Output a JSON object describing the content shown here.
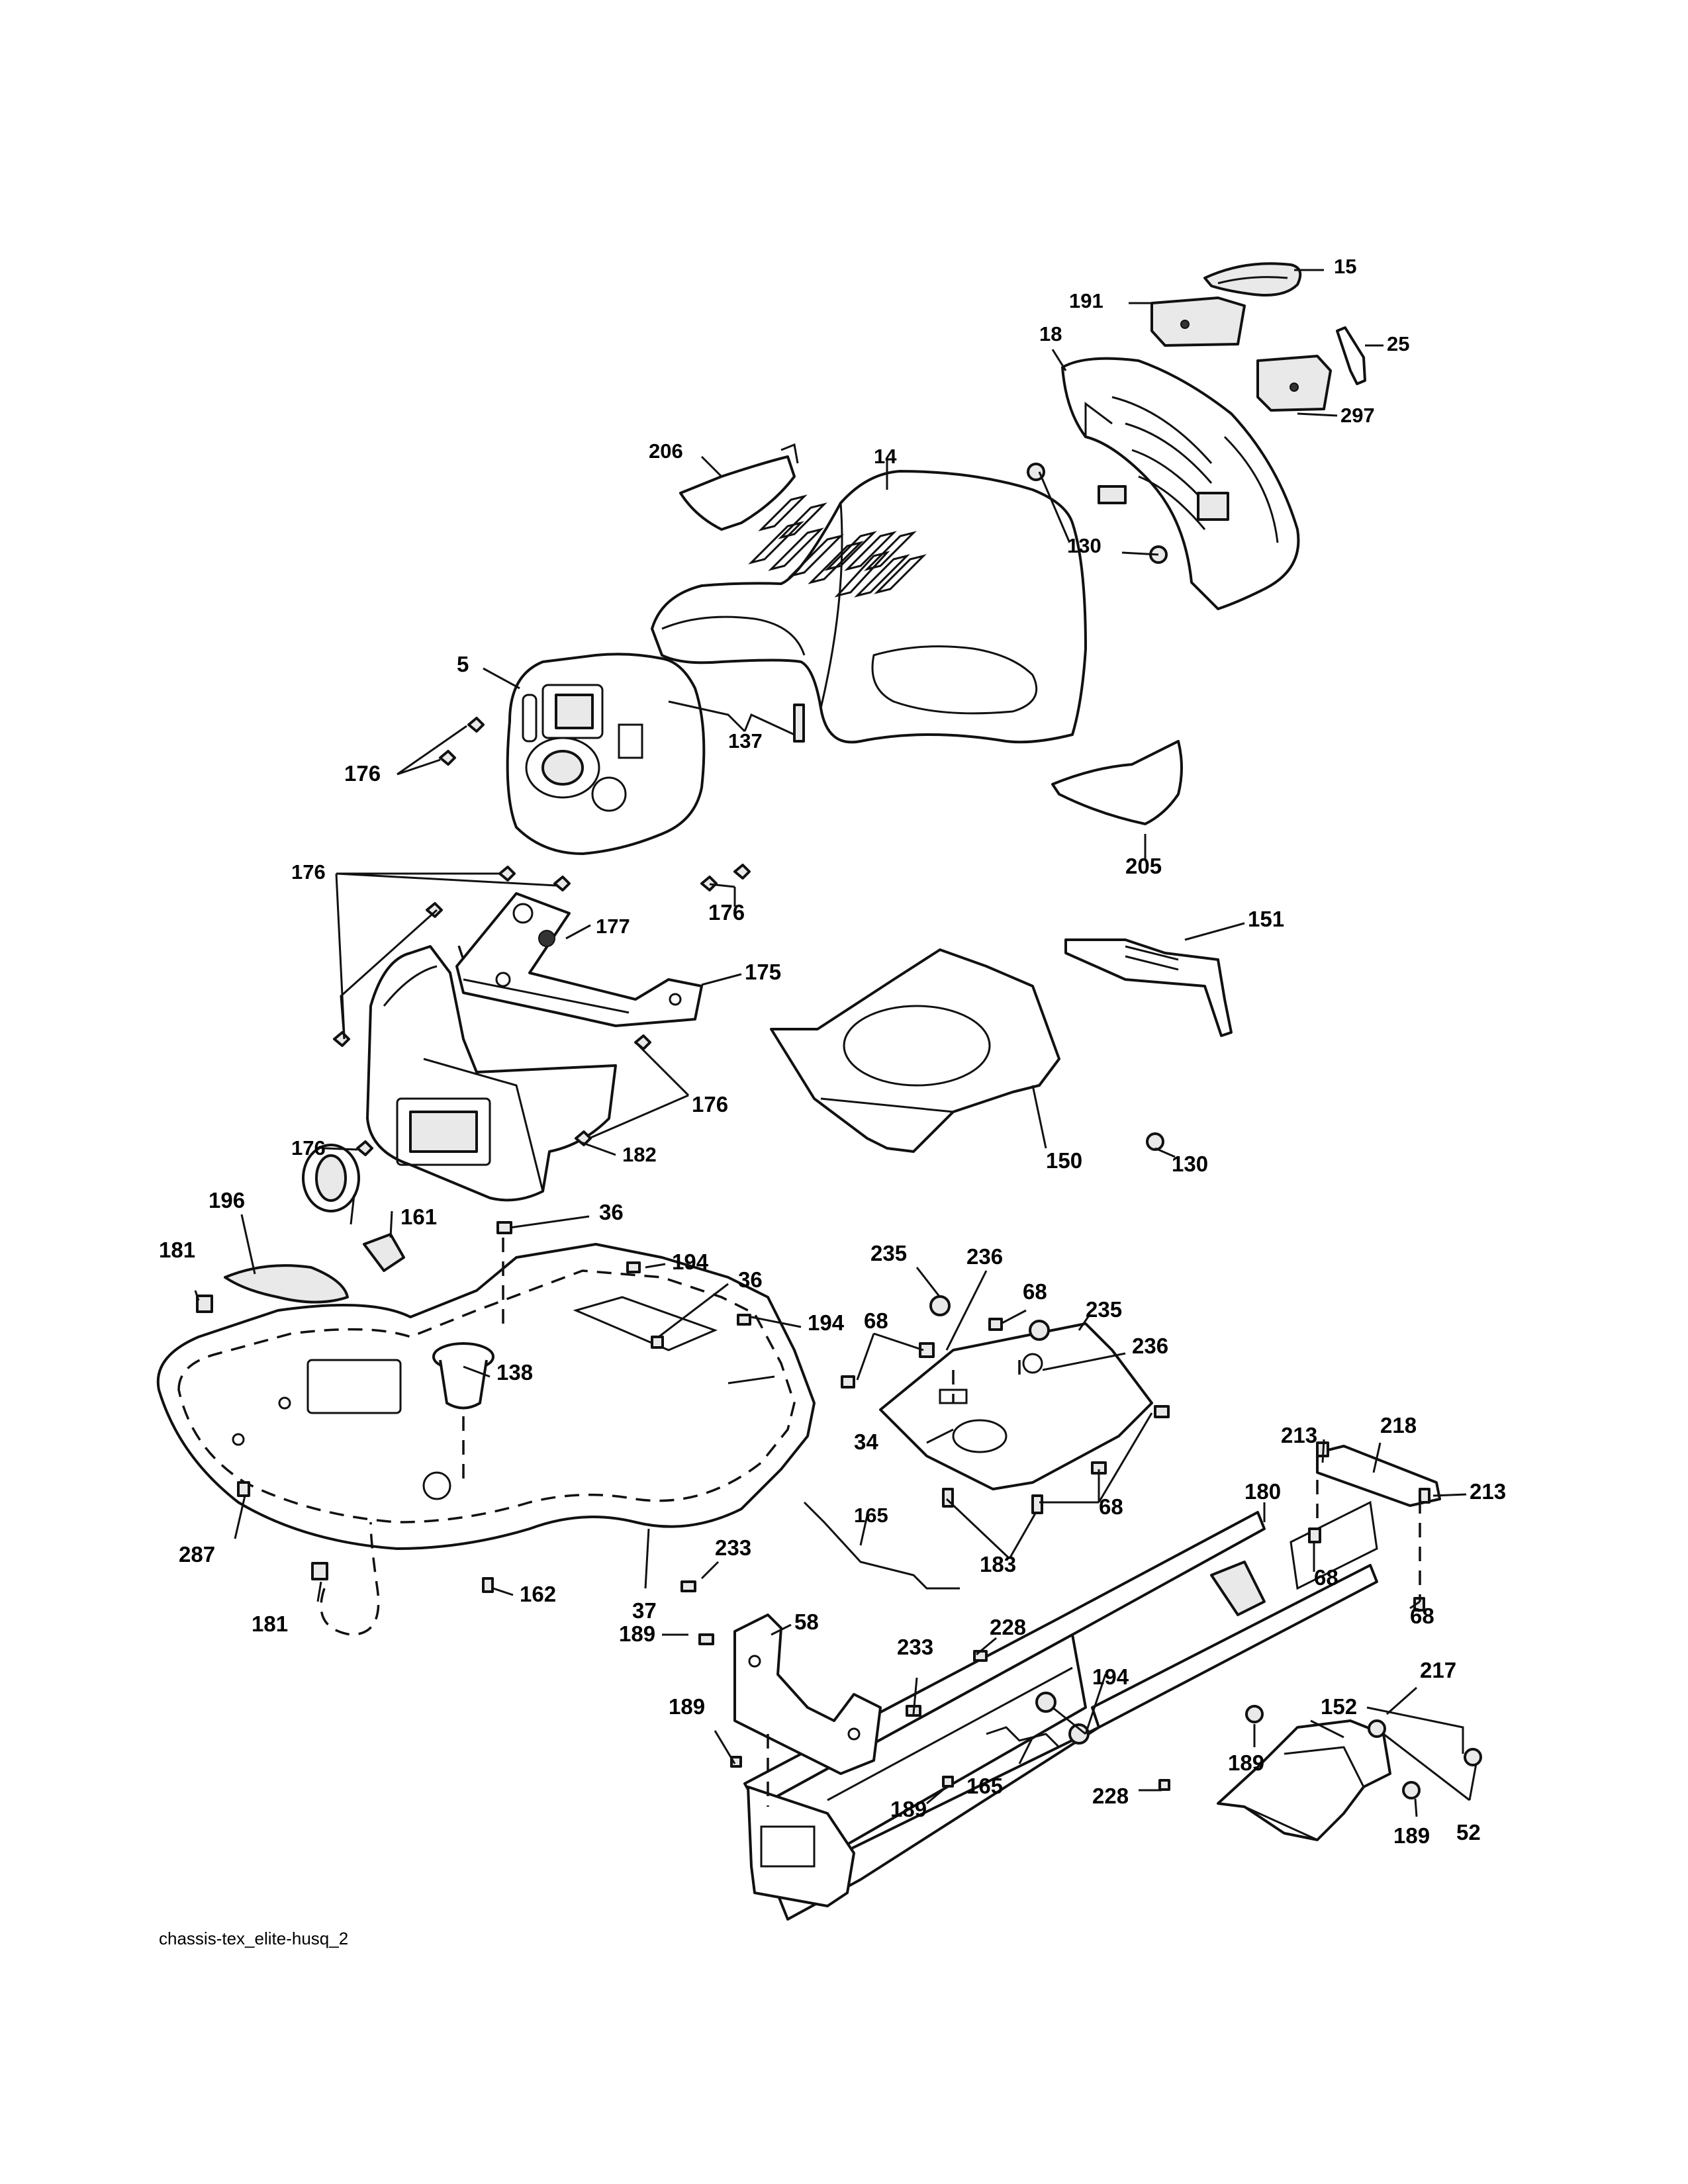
{
  "diagram": {
    "caption": "chassis-tex_elite-husq_2",
    "callouts": [
      {
        "id": "c-15",
        "label": "15"
      },
      {
        "id": "c-191",
        "label": "191"
      },
      {
        "id": "c-25",
        "label": "25"
      },
      {
        "id": "c-18",
        "label": "18"
      },
      {
        "id": "c-297",
        "label": "297"
      },
      {
        "id": "c-14",
        "label": "14"
      },
      {
        "id": "c-206",
        "label": "206"
      },
      {
        "id": "c-130a",
        "label": "130"
      },
      {
        "id": "c-5",
        "label": "5"
      },
      {
        "id": "c-137",
        "label": "137"
      },
      {
        "id": "c-176a",
        "label": "176"
      },
      {
        "id": "c-205",
        "label": "205"
      },
      {
        "id": "c-176b",
        "label": "176"
      },
      {
        "id": "c-176c",
        "label": "176"
      },
      {
        "id": "c-177",
        "label": "177"
      },
      {
        "id": "c-151",
        "label": "151"
      },
      {
        "id": "c-175",
        "label": "175"
      },
      {
        "id": "c-176d",
        "label": "176"
      },
      {
        "id": "c-176e",
        "label": "176"
      },
      {
        "id": "c-130b",
        "label": "130"
      },
      {
        "id": "c-182",
        "label": "182"
      },
      {
        "id": "c-150",
        "label": "150"
      },
      {
        "id": "c-196",
        "label": "196"
      },
      {
        "id": "c-161",
        "label": "161"
      },
      {
        "id": "c-36a",
        "label": "36"
      },
      {
        "id": "c-181a",
        "label": "181"
      },
      {
        "id": "c-194a",
        "label": "194"
      },
      {
        "id": "c-36b",
        "label": "36"
      },
      {
        "id": "c-194b",
        "label": "194"
      },
      {
        "id": "c-235a",
        "label": "235"
      },
      {
        "id": "c-236a",
        "label": "236"
      },
      {
        "id": "c-68a",
        "label": "68"
      },
      {
        "id": "c-68b",
        "label": "68"
      },
      {
        "id": "c-235b",
        "label": "235"
      },
      {
        "id": "c-236b",
        "label": "236"
      },
      {
        "id": "c-138",
        "label": "138"
      },
      {
        "id": "c-34",
        "label": "34"
      },
      {
        "id": "c-68c",
        "label": "68"
      },
      {
        "id": "c-213a",
        "label": "213"
      },
      {
        "id": "c-218",
        "label": "218"
      },
      {
        "id": "c-213b",
        "label": "213"
      },
      {
        "id": "c-180",
        "label": "180"
      },
      {
        "id": "c-287",
        "label": "287"
      },
      {
        "id": "c-165a",
        "label": "165"
      },
      {
        "id": "c-183",
        "label": "183"
      },
      {
        "id": "c-68d",
        "label": "68"
      },
      {
        "id": "c-68e",
        "label": "68"
      },
      {
        "id": "c-233a",
        "label": "233"
      },
      {
        "id": "c-181b",
        "label": "181"
      },
      {
        "id": "c-162",
        "label": "162"
      },
      {
        "id": "c-37",
        "label": "37"
      },
      {
        "id": "c-58",
        "label": "58"
      },
      {
        "id": "c-189a",
        "label": "189"
      },
      {
        "id": "c-228a",
        "label": "228"
      },
      {
        "id": "c-233b",
        "label": "233"
      },
      {
        "id": "c-194c",
        "label": "194"
      },
      {
        "id": "c-217",
        "label": "217"
      },
      {
        "id": "c-152",
        "label": "152"
      },
      {
        "id": "c-189b",
        "label": "189"
      },
      {
        "id": "c-165b",
        "label": "165"
      },
      {
        "id": "c-189c",
        "label": "189"
      },
      {
        "id": "c-228b",
        "label": "228"
      },
      {
        "id": "c-189d",
        "label": "189"
      },
      {
        "id": "c-189e",
        "label": "189"
      },
      {
        "id": "c-52",
        "label": "52"
      }
    ]
  }
}
